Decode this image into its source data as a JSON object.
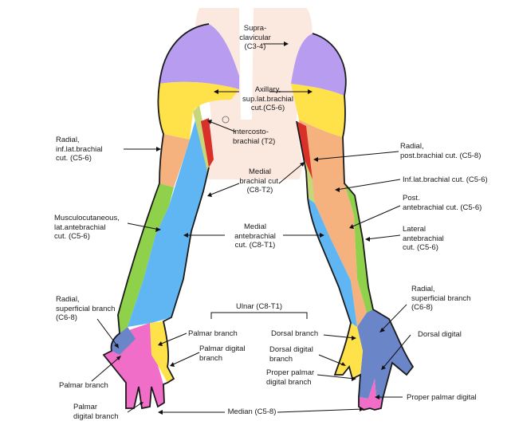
{
  "labels": {
    "supraclavicular": "Supra-\nclavicular\n(C3-4)",
    "axillary": "Axillary,\nsup.lat.brachial\ncut.(C5-6)",
    "intercosto": "Intercosto-\nbrachial (T2)",
    "medial_brachial": "Medial\nbrachial cut.\n(C8-T2)",
    "medial_antebrachial": "Medial\nantebrachial\ncut. (C8-T1)",
    "radial_inf_lat": "Radial,\ninf.lat.brachial\ncut. (C5-6)",
    "musculocutaneous": "Musculocutaneous,\nlat.antebrachial\ncut. (C5-6)",
    "radial_superficial_left": "Radial,\nsuperficial branch\n(C6-8)",
    "palmar_branch_left": "Palmar branch",
    "palmar_digital_left": "Palmar\ndigital branch",
    "palmar_branch_mid": "Palmar branch",
    "palmar_digital_mid": "Palmar digital\nbranch",
    "ulnar": "Ulnar (C8-T1)",
    "dorsal_branch": "Dorsal branch",
    "dorsal_digital_branch": "Dorsal digital\nbranch",
    "proper_palmar_digital_branch": "Proper palmar\ndigital branch",
    "median": "Median (C5-8)",
    "radial_post_brachial": "Radial,\npost.brachial cut. (C5-8)",
    "inf_lat_brachial": "Inf.lat.brachial cut. (C5-6)",
    "post_antebrachial": "Post.\nantebrachial cut. (C5-6)",
    "lateral_antebrachial": "Lateral\nantebrachial\ncut. (C5-6)",
    "radial_superficial_right": "Radial,\nsuperficial branch\n(C6-8)",
    "dorsal_digital": "Dorsal digital",
    "proper_palmar_digital": "Proper palmar digital"
  },
  "colors": {
    "supraclavicular": "#b89cf0",
    "axillary": "#ffe24a",
    "radial": "#f5b27f",
    "musculocutaneous": "#8fd14a",
    "medial_antebrachial": "#5fb6f2",
    "intercostobrachial": "#d9302a",
    "medial_brachial": "#c8d67a",
    "ulnar_dorsal": "#6b85c9",
    "median": "#f06ec8",
    "trunk": "#fbe8de",
    "outline": "#1a1a1a"
  }
}
